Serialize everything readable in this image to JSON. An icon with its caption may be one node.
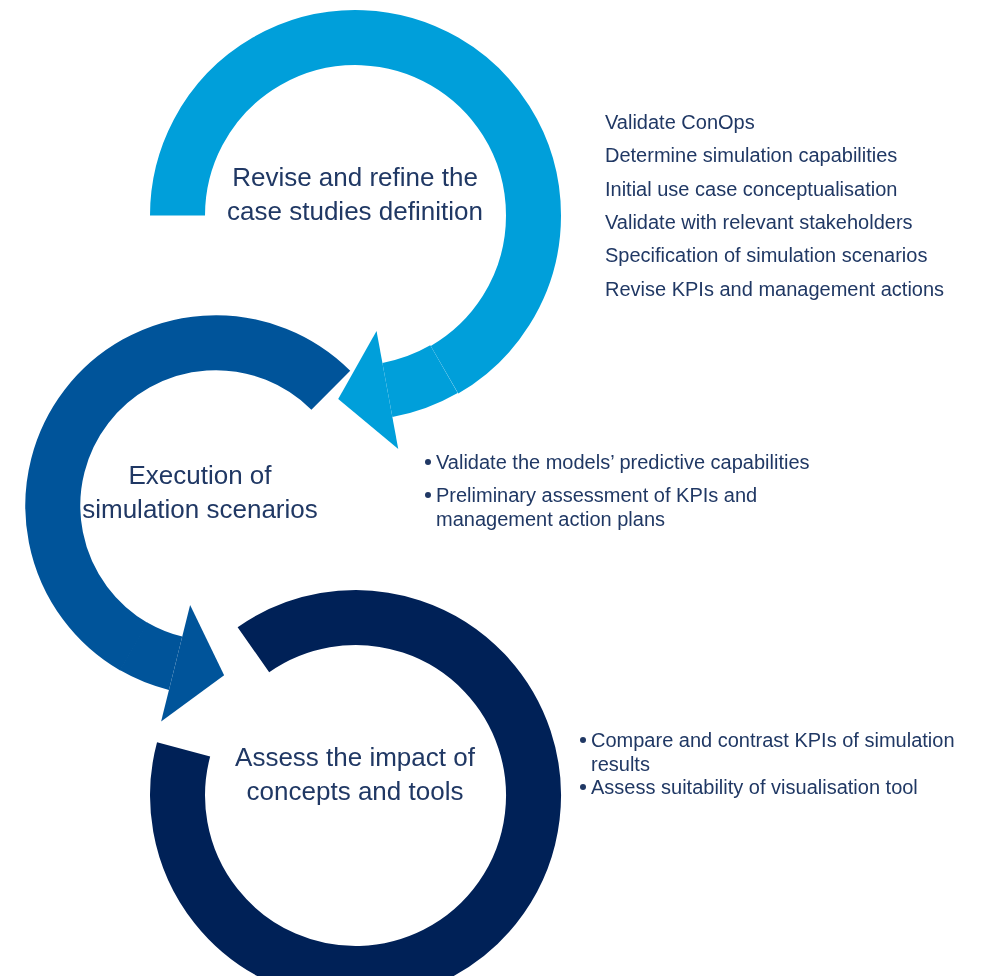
{
  "diagram": {
    "nodes": [
      {
        "text": [
          "Revise and refine the case studies definition"
        ],
        "beside": [
          "Validate ConOps",
          "Determine simulation capabilities",
          "Initial use case conceptualisation",
          "Validate with relevant stakeholders",
          "Specification of simulation scenarios",
          "Revise KPIs and management actions"
        ]
      },
      {
        "text": [
          "Execution of simulation scenarios"
        ],
        "beside": [
          "Validate the models’ predictive capabilities",
          "Preliminary assessment of KPIs and management action plans"
        ]
      },
      {
        "text": [
          "Assess the impact of concepts and tools"
        ],
        "beside": [
          "Compare and contrast KPIs of simulation results",
          "Assess suitability of visualisation tool"
        ]
      }
    ],
    "edges": [
      {
        "from": 0,
        "to": 1,
        "arrow": "to"
      },
      {
        "from": 1,
        "to": 2,
        "arrow": "to"
      }
    ]
  }
}
